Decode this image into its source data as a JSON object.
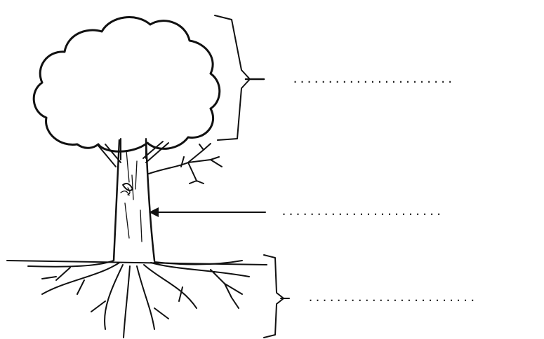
{
  "diagram": {
    "parts": [
      {
        "id": "crown",
        "answer_line": "......................."
      },
      {
        "id": "trunk",
        "answer_line": "......................."
      },
      {
        "id": "roots",
        "answer_line": "........................"
      }
    ],
    "colors": {
      "ink": "#111111",
      "background": "#ffffff"
    }
  }
}
